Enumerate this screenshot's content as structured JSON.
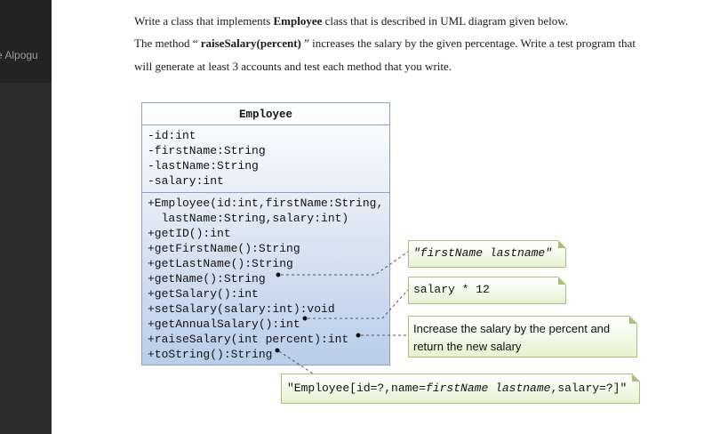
{
  "sidebar": {
    "text": "e Alpogu"
  },
  "prose": {
    "line1_pre": "Write a class that implements ",
    "line1_bold": "Employee",
    "line1_post": " class that is described in UML diagram given below.",
    "line2_pre": "The method “ ",
    "line2_bold": "raiseSalary(percent)",
    "line2_post": " ” increases the salary by the given percentage. Write a test program that",
    "line3": "will generate at least 3 accounts and test each method that you write."
  },
  "uml": {
    "class_name": "Employee",
    "attributes": [
      "-id:int",
      "-firstName:String",
      "-lastName:String",
      "-salary:int"
    ],
    "methods": [
      "+Employee(id:int,firstName:String,",
      "  lastName:String,salary:int)",
      "+getID():int",
      "+getFirstName():String",
      "+getLastName():String",
      "+getName():String",
      "+getSalary():int",
      "+setSalary(salary:int):void",
      "+getAnnualSalary():int",
      "+raiseSalary(int percent):int",
      "+toString():String"
    ]
  },
  "notes": {
    "getName": "\"firstName lastname\"",
    "getAnnualSalary": "salary * 12",
    "raiseSalary": "Increase the salary by the percent and return the new salary",
    "toString_pre": "\"Employee[id=?,name=",
    "toString_italic": "firstName lastname",
    "toString_post": ",salary=?]\""
  },
  "colors": {
    "uml_border": "#8aa3c4",
    "uml_gradient_bottom": "#b9cde9",
    "note_border": "#a9c07a",
    "note_fill": "#e8f2d2"
  }
}
